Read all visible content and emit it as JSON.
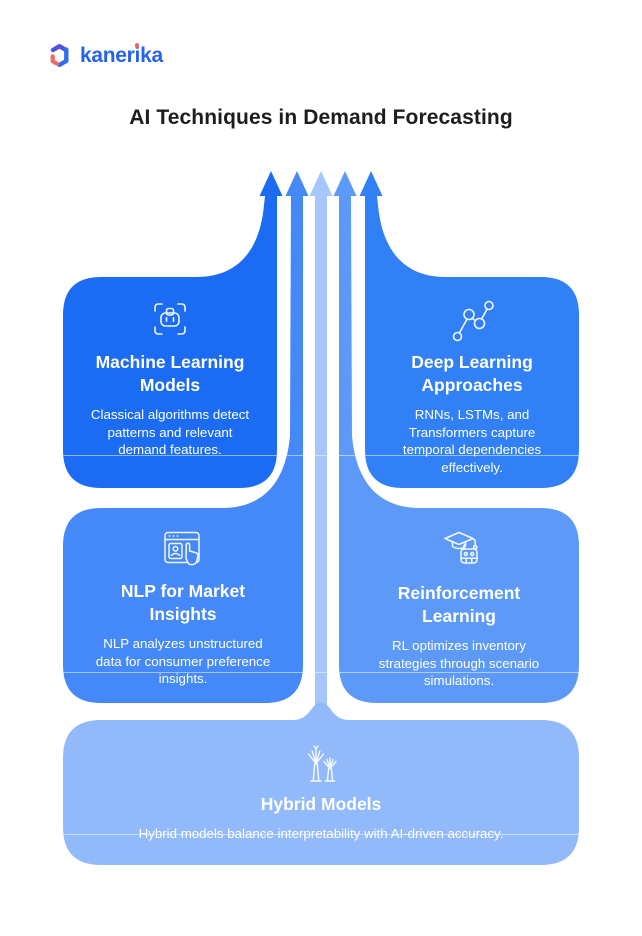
{
  "brand": {
    "name_pre": "kaner",
    "name_i": "i",
    "name_post": "ka"
  },
  "header": {
    "title": "AI Techniques in Demand Forecasting"
  },
  "colors": {
    "card1": "#1b6cf2",
    "card2": "#3180f6",
    "card3": "#4489f7",
    "card4": "#5d9af8",
    "card5": "#92bafb",
    "center_arrow": "#a5c7fb",
    "logo_blue": "#2563eb",
    "logo_indigo": "#5450d8",
    "logo_coral": "#ee6a67",
    "title_text": "#1d1d1f"
  },
  "cards": [
    {
      "title": "Machine Learning Models",
      "body": "Classical algorithms detect patterns and relevant demand features.",
      "icon": "robot-scan-icon"
    },
    {
      "title": "Deep Learning Approaches",
      "body": "RNNs, LSTMs, and Transformers capture temporal dependencies effectively.",
      "icon": "network-nodes-icon"
    },
    {
      "title": "NLP for Market Insights",
      "body": "NLP analyzes unstructured data for consumer preference insights.",
      "icon": "browser-profile-icon"
    },
    {
      "title": "Reinforcement Learning",
      "body": "RL optimizes inventory strategies through scenario simulations.",
      "icon": "graduate-robot-icon"
    },
    {
      "title": "Hybrid Models",
      "body": "Hybrid models balance interpretability with AI-driven accuracy.",
      "icon": "hybrid-trees-icon"
    }
  ]
}
